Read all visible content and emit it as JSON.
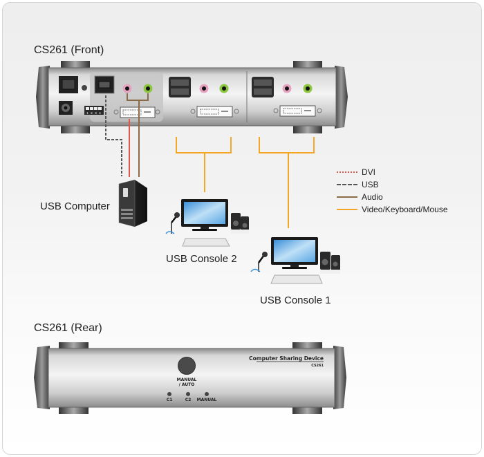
{
  "diagram": {
    "front_title": "CS261 (Front)",
    "rear_title": "CS261 (Rear)",
    "devices": {
      "computer": "USB Computer",
      "console2": "USB Console 2",
      "console1": "USB Console 1"
    },
    "legend": [
      {
        "label": "DVI",
        "color": "#e0584a",
        "style": "dotted"
      },
      {
        "label": "USB",
        "color": "#555555",
        "style": "dashed"
      },
      {
        "label": "Audio",
        "color": "#8b6b45",
        "style": "solid"
      },
      {
        "label": "Video/Keyboard/Mouse",
        "color": "#f5a623",
        "style": "solid"
      }
    ],
    "front_panel": {
      "dip_switch_labels": [
        "1",
        "2",
        "3",
        "4"
      ]
    },
    "rear_panel": {
      "brand_label": "Computer Sharing Device",
      "model_label": "CS261",
      "button_label_line1": "MANUAL",
      "button_label_line2": "/ AUTO",
      "leds": [
        "C1",
        "C2",
        "MANUAL"
      ]
    }
  }
}
